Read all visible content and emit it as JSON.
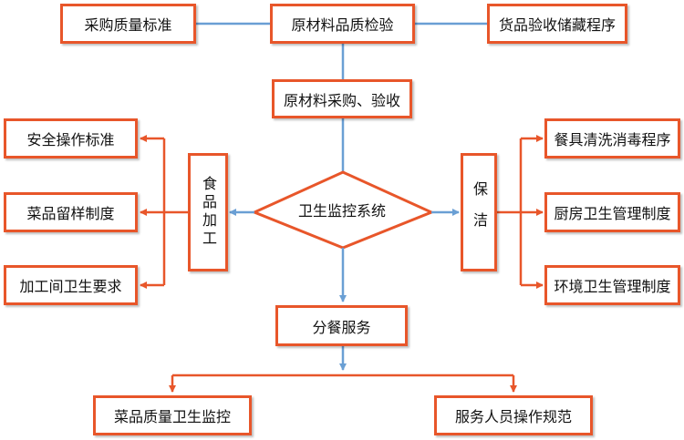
{
  "colors": {
    "box_border": "#e8562a",
    "connector_blue": "#6a9fd4",
    "connector_orange": "#e8562a"
  },
  "top_row": {
    "left": "采购质量标准",
    "center": "原材料品质检验",
    "right": "货品验收储藏程序"
  },
  "procurement": "原材料采购、验收",
  "center_node": "卫生监控系统",
  "left_branch": {
    "label": "食品加工",
    "items": [
      "安全操作标准",
      "菜品留样制度",
      "加工间卫生要求"
    ]
  },
  "right_branch": {
    "label": "保洁",
    "items": [
      "餐具清洗消毒程序",
      "厨房卫生管理制度",
      "环境卫生管理制度"
    ]
  },
  "service": "分餐服务",
  "bottom_row": {
    "left": "菜品质量卫生监控",
    "right": "服务人员操作规范"
  }
}
